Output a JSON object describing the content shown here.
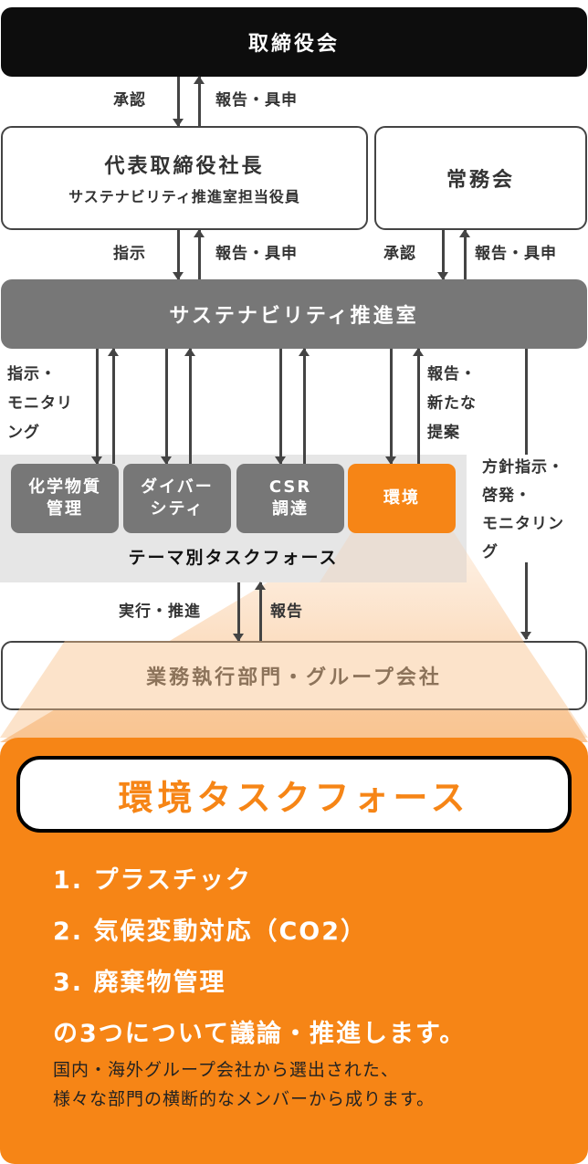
{
  "org_chart": {
    "board": "取締役会",
    "president": {
      "title": "代表取締役社長",
      "subtitle": "サステナビリティ推進室担当役員"
    },
    "executive_committee": "常務会",
    "sustainability_office": "サステナビリティ推進室",
    "task_forces": [
      {
        "label_line1": "化学物質",
        "label_line2": "管理",
        "color": "#777777"
      },
      {
        "label_line1": "ダイバー",
        "label_line2": "シティ",
        "color": "#777777"
      },
      {
        "label_line1": "CSR",
        "label_line2": "調達",
        "color": "#777777"
      },
      {
        "label_line1": "環境",
        "label_line2": "",
        "color": "#f68516"
      }
    ],
    "task_force_caption": "テーマ別タスクフォース",
    "operations": "業務執行部門・グループ会社"
  },
  "flow_labels": {
    "board_to_president_down": "承認",
    "president_to_board_up": "報告・具申",
    "president_to_office_down": "指示",
    "office_to_president_up": "報告・具申",
    "exec_to_office_down": "承認",
    "office_to_exec_up": "報告・具申",
    "office_to_tf_line1": "指示・",
    "office_to_tf_line2": "モニタリ",
    "office_to_tf_line3": "ング",
    "tf_to_office_line1": "報告・",
    "tf_to_office_line2": "新たな",
    "tf_to_office_line3": "提案",
    "office_to_ops_line1": "方針指示・",
    "office_to_ops_line2": "啓発・",
    "office_to_ops_line3": "モニタリン",
    "office_to_ops_line4": "グ",
    "tf_to_ops_down": "実行・推進",
    "ops_to_tf_up": "報告"
  },
  "env_task_force": {
    "title": "環境タスクフォース",
    "topics": [
      "1. プラスチック",
      "2. 気候変動対応（CO2）",
      "3. 廃棄物管理"
    ],
    "summary": "の3つについて議論・推進します。",
    "description_line1": "国内・海外グループ会社から選出された、",
    "description_line2": "様々な部門の横断的なメンバーから成ります。"
  },
  "colors": {
    "accent_orange": "#f68516",
    "board_black": "#0d0d0d",
    "office_gray": "#777777",
    "task_force_bg": "#e6e6e6",
    "line_dark": "#444444"
  }
}
